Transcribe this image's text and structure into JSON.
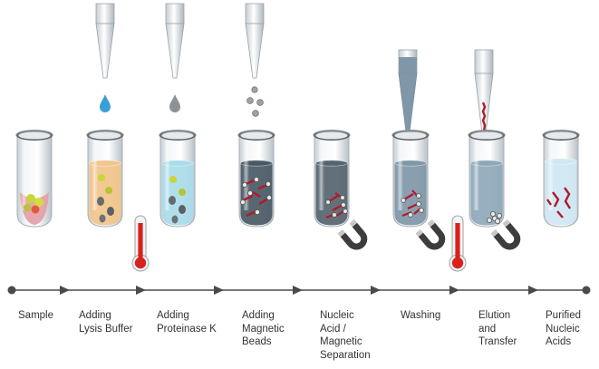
{
  "colors": {
    "timeline": "#4a4a4a",
    "tube_glass": "#e9eef2",
    "tube_cap_dark": "#5f6468",
    "liquid_sample": "#e3a0a6",
    "liquid_lysis": "#f2c48a",
    "liquid_proteinase": "#a9dbe9",
    "liquid_beads": "#4a5964",
    "liquid_separation": "#56646f",
    "liquid_washing": "#7f97a8",
    "liquid_elution": "#8ea8b9",
    "liquid_purified": "#cfe8f3",
    "drop_lysis": "#3a9fd8",
    "drop_proteinase": "#8e9296",
    "thermometer_red": "#d8221b",
    "magnet_dark": "#3d3d3d",
    "magnet_tip": "#c8c8c8",
    "dna_red": "#b01a2c"
  },
  "icons": [
    "pipette-icon",
    "droplet-icon",
    "thermometer-icon",
    "magnet-icon",
    "test-tube-icon",
    "dna-strand-icon"
  ],
  "steps": [
    {
      "label": "Sample"
    },
    {
      "label": "Adding\nLysis Buffer"
    },
    {
      "label": "Adding\nProteinase K"
    },
    {
      "label": "Adding\nMagnetic\nBeads"
    },
    {
      "label": "Nucleic\nAcid /\nMagnetic\nSeparation"
    },
    {
      "label": "Washing"
    },
    {
      "label": "Elution\nand\nTransfer"
    },
    {
      "label": "Purified\nNucleic\nAcids"
    }
  ]
}
